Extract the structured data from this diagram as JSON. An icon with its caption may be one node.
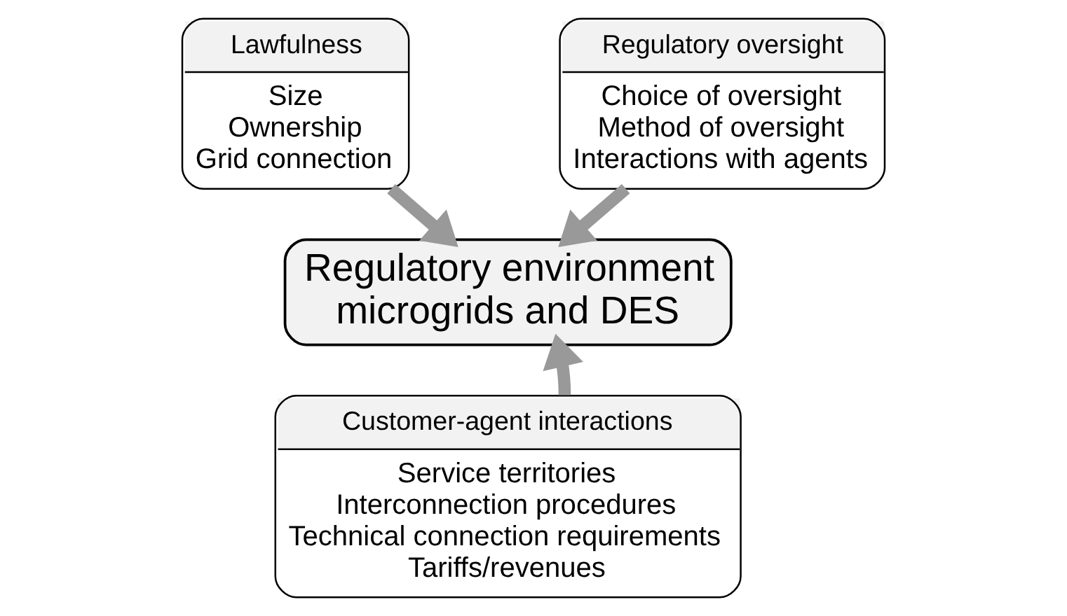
{
  "diagram": {
    "nodes": [
      {
        "text": [
          "Lawfulness",
          "Size",
          "Ownership",
          "Grid connection"
        ]
      },
      {
        "text": [
          "Regulatory oversight",
          "Choice of oversight",
          "Method of oversight",
          "Interactions with agents"
        ]
      },
      {
        "text": [
          "Regulatory environment microgrids and DES"
        ]
      },
      {
        "text": [
          "Customer-agent interactions",
          "Service territories",
          "Interconnection procedures",
          "Technical connection requirements",
          "Tariffs/revenues"
        ]
      }
    ],
    "edges": [
      {
        "from": 0,
        "to": 2,
        "arrow": "to"
      },
      {
        "from": 1,
        "to": 2,
        "arrow": "to"
      },
      {
        "from": 3,
        "to": 2,
        "arrow": "to"
      }
    ]
  }
}
